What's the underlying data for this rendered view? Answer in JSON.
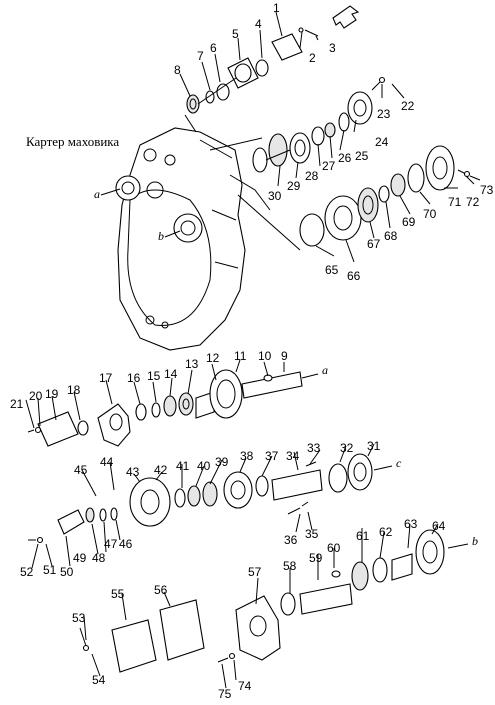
{
  "caption": "Картер маховика",
  "refs": {
    "a": "a",
    "b": "b",
    "c": "c"
  },
  "callouts": {
    "n1": "1",
    "n2": "2",
    "n3": "3",
    "n4": "4",
    "n5": "5",
    "n6": "6",
    "n7": "7",
    "n8": "8",
    "n9": "9",
    "n10": "10",
    "n11": "11",
    "n12": "12",
    "n13": "13",
    "n14": "14",
    "n15": "15",
    "n16": "16",
    "n17": "17",
    "n18": "18",
    "n19": "19",
    "n20": "20",
    "n21": "21",
    "n22": "22",
    "n23": "23",
    "n24": "24",
    "n25": "25",
    "n26": "26",
    "n27": "27",
    "n28": "28",
    "n29": "29",
    "n30": "30",
    "n31": "31",
    "n32": "32",
    "n33": "33",
    "n34": "34",
    "n35": "35",
    "n36": "36",
    "n37": "37",
    "n38": "38",
    "n39": "39",
    "n40": "40",
    "n41": "41",
    "n42": "42",
    "n43": "43",
    "n44": "44",
    "n45": "45",
    "n46": "46",
    "n47": "47",
    "n48": "48",
    "n49": "49",
    "n50": "50",
    "n51": "51",
    "n52": "52",
    "n53": "53",
    "n54": "54",
    "n55": "55",
    "n56": "56",
    "n57": "57",
    "n58": "58",
    "n59": "59",
    "n60": "60",
    "n61": "61",
    "n62": "62",
    "n63": "63",
    "n64": "64",
    "n65": "65",
    "n66": "66",
    "n67": "67",
    "n68": "68",
    "n69": "69",
    "n70": "70",
    "n71": "71",
    "n72": "72",
    "n73": "73",
    "n74": "74",
    "n75": "75"
  },
  "colors": {
    "ink": "#000000",
    "paper": "#ffffff"
  }
}
